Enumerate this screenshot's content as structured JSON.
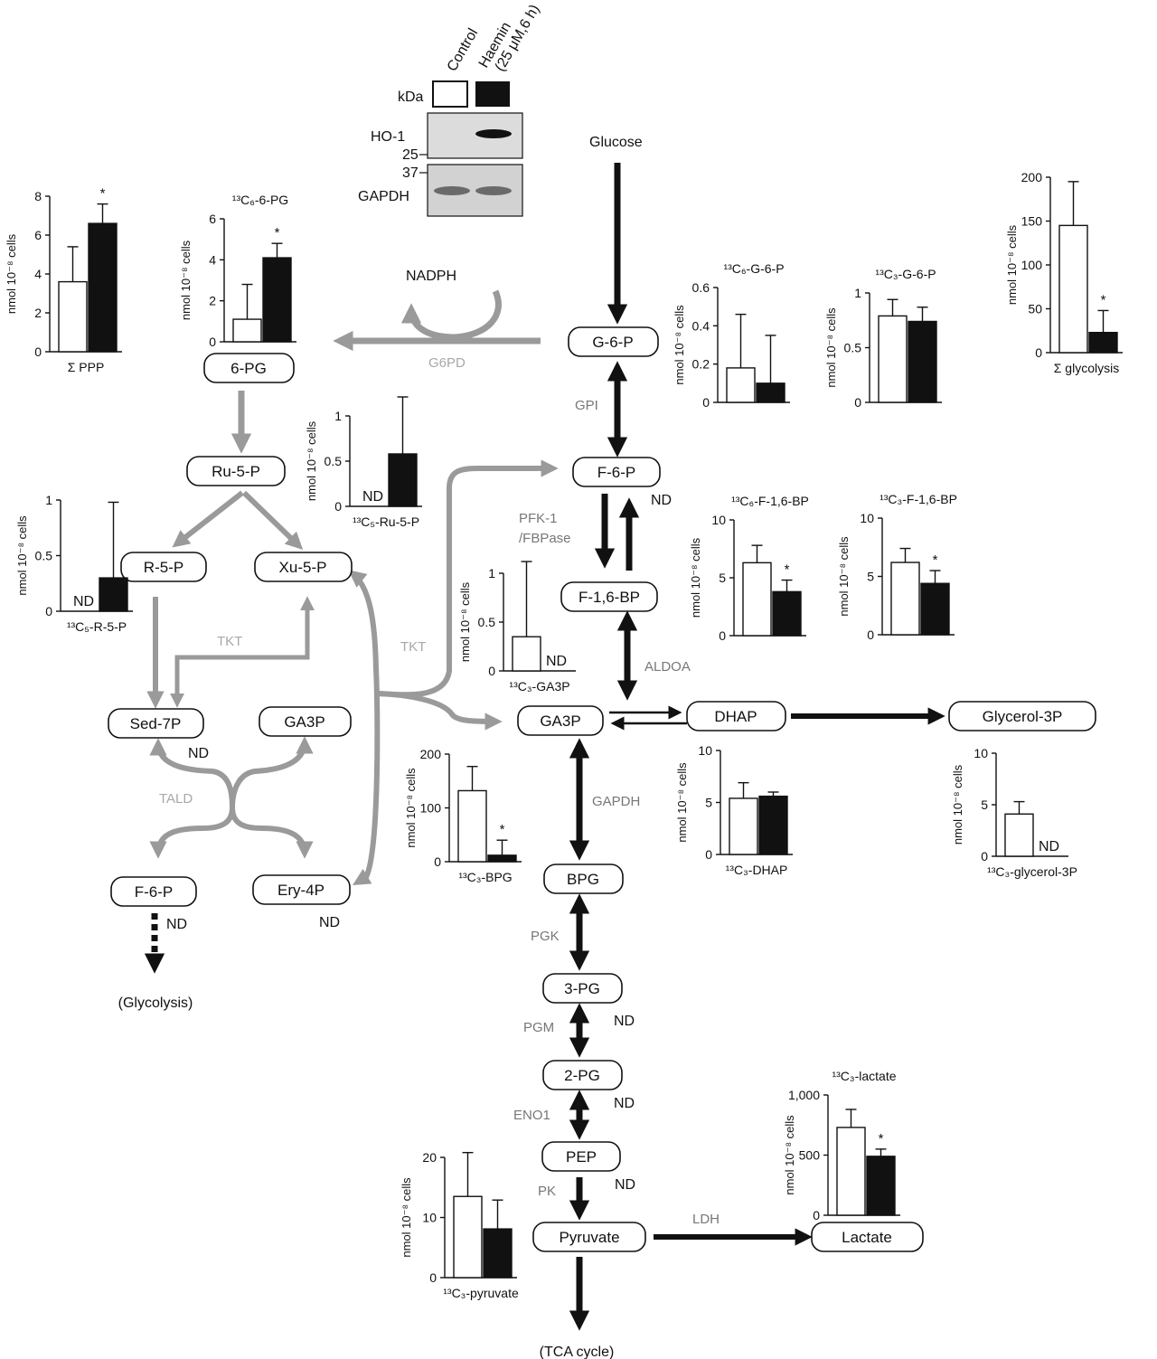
{
  "western_blot": {
    "lane_labels": [
      "Control",
      "Haemin",
      "(25 μM,6 h)"
    ],
    "kda_label": "kDa",
    "proteins": [
      {
        "name": "HO-1",
        "marker": "25"
      },
      {
        "name": "GAPDH",
        "marker": "37"
      }
    ]
  },
  "pathway": {
    "metabolites": {
      "glucose": "Glucose",
      "g6p": "G-6-P",
      "f6p": "F-6-P",
      "f16bp": "F-1,6-BP",
      "ga3p": "GA3P",
      "dhap": "DHAP",
      "glycerol3p": "Glycerol-3P",
      "bpg": "BPG",
      "pg3": "3-PG",
      "pg2": "2-PG",
      "pep": "PEP",
      "pyruvate": "Pyruvate",
      "lactate": "Lactate",
      "tca": "(TCA cycle)",
      "pg6": "6-PG",
      "ru5p": "Ru-5-P",
      "r5p": "R-5-P",
      "xu5p": "Xu-5-P",
      "sed7p": "Sed-7P",
      "ga3p_ppp": "GA3P",
      "f6p_ppp": "F-6-P",
      "ery4p": "Ery-4P",
      "glycolysis_out": "(Glycolysis)",
      "nadph": "NADPH"
    },
    "enzymes": {
      "gpi": "GPI",
      "pfk1": "PFK-1",
      "fbpase": "/FBPase",
      "aldoa": "ALDOA",
      "gapdh": "GAPDH",
      "pgk": "PGK",
      "pgm": "PGM",
      "eno1": "ENO1",
      "pk": "PK",
      "ldh": "LDH",
      "g6pd": "G6PD",
      "tkt_left": "TKT",
      "tkt_right": "TKT",
      "tald": "TALD"
    },
    "nd_label": "ND"
  },
  "chart_data": [
    {
      "id": "sum-ppp",
      "type": "bar",
      "title": "Σ PPP",
      "ylabel": "nmol 10⁻⁸ cells",
      "ylim": [
        0,
        8
      ],
      "yticks": [
        "0",
        "2",
        "4",
        "6",
        "8"
      ],
      "categories": [
        "Control",
        "Haemin"
      ],
      "values": [
        3.6,
        6.6
      ],
      "errors": [
        1.8,
        1.0
      ],
      "significance": "*",
      "nd": false
    },
    {
      "id": "c6-6pg",
      "type": "bar",
      "title": "¹³C₆-6-PG",
      "ylabel": "nmol 10⁻⁸ cells",
      "ylim": [
        0,
        6
      ],
      "yticks": [
        "0",
        "2",
        "4",
        "6"
      ],
      "categories": [
        "Control",
        "Haemin"
      ],
      "values": [
        1.1,
        4.1
      ],
      "errors": [
        1.7,
        0.7
      ],
      "significance": "*",
      "nd": false
    },
    {
      "id": "c5-ru5p",
      "type": "bar",
      "title": "¹³C₅-Ru-5-P",
      "ylabel": "nmol 10⁻⁸ cells",
      "ylim": [
        0,
        1
      ],
      "yticks": [
        "0",
        "0.5",
        "1"
      ],
      "categories": [
        "Control",
        "Haemin"
      ],
      "values": [
        null,
        0.58
      ],
      "errors": [
        null,
        0.63
      ],
      "significance": "",
      "nd": true
    },
    {
      "id": "c5-r5p",
      "type": "bar",
      "title": "¹³C₅-R-5-P",
      "ylabel": "nmol 10⁻⁸ cells",
      "ylim": [
        0,
        1
      ],
      "yticks": [
        "0",
        "0.5",
        "1"
      ],
      "categories": [
        "Control",
        "Haemin"
      ],
      "values": [
        null,
        0.3
      ],
      "errors": [
        null,
        0.68
      ],
      "significance": "",
      "nd": true
    },
    {
      "id": "c6-g6p",
      "type": "bar",
      "title": "¹³C₆-G-6-P",
      "ylabel": "nmol 10⁻⁸ cells",
      "ylim": [
        0,
        0.6
      ],
      "yticks": [
        "0",
        "0.2",
        "0.4",
        "0.6"
      ],
      "categories": [
        "Control",
        "Haemin"
      ],
      "values": [
        0.18,
        0.1
      ],
      "errors": [
        0.28,
        0.25
      ],
      "significance": "",
      "nd": false
    },
    {
      "id": "c3-g6p",
      "type": "bar",
      "title": "¹³C₃-G-6-P",
      "ylabel": "nmol 10⁻⁸ cells",
      "ylim": [
        0,
        1
      ],
      "yticks": [
        "0",
        "0.5",
        "1"
      ],
      "categories": [
        "Control",
        "Haemin"
      ],
      "values": [
        0.79,
        0.74
      ],
      "errors": [
        0.15,
        0.13
      ],
      "significance": "",
      "nd": false
    },
    {
      "id": "sum-glycolysis",
      "type": "bar",
      "title": "Σ glycolysis",
      "ylabel": "nmol 10⁻⁸ cells",
      "ylim": [
        0,
        200
      ],
      "yticks": [
        "0",
        "50",
        "100",
        "150",
        "200"
      ],
      "categories": [
        "Control",
        "Haemin"
      ],
      "values": [
        145,
        23
      ],
      "errors": [
        50,
        25
      ],
      "significance": "*",
      "nd": false
    },
    {
      "id": "c6-f16bp",
      "type": "bar",
      "title": "¹³C₆-F-1,6-BP",
      "ylabel": "nmol 10⁻⁸ cells",
      "ylim": [
        0,
        10
      ],
      "yticks": [
        "0",
        "5",
        "10"
      ],
      "categories": [
        "Control",
        "Haemin"
      ],
      "values": [
        6.3,
        3.8
      ],
      "errors": [
        1.5,
        1.0
      ],
      "significance": "*",
      "nd": false
    },
    {
      "id": "c3-f16bp",
      "type": "bar",
      "title": "¹³C₃-F-1,6-BP",
      "ylabel": "nmol 10⁻⁸ cells",
      "ylim": [
        0,
        10
      ],
      "yticks": [
        "0",
        "5",
        "10"
      ],
      "categories": [
        "Control",
        "Haemin"
      ],
      "values": [
        6.2,
        4.4
      ],
      "errors": [
        1.2,
        1.1
      ],
      "significance": "*",
      "nd": false
    },
    {
      "id": "c3-ga3p",
      "type": "bar",
      "title": "¹³C₃-GA3P",
      "ylabel": "nmol 10⁻⁸ cells",
      "ylim": [
        0,
        1
      ],
      "yticks": [
        "0",
        "0.5",
        "1"
      ],
      "categories": [
        "Control",
        "Haemin"
      ],
      "values": [
        0.35,
        null
      ],
      "errors": [
        0.77,
        null
      ],
      "significance": "",
      "nd": true
    },
    {
      "id": "c3-bpg",
      "type": "bar",
      "title": "¹³C₃-BPG",
      "ylabel": "nmol 10⁻⁸ cells",
      "ylim": [
        0,
        200
      ],
      "yticks": [
        "0",
        "100",
        "200"
      ],
      "categories": [
        "Control",
        "Haemin"
      ],
      "values": [
        132,
        12
      ],
      "errors": [
        45,
        28
      ],
      "significance": "*",
      "nd": false
    },
    {
      "id": "c3-dhap",
      "type": "bar",
      "title": "¹³C₃-DHAP",
      "ylabel": "nmol 10⁻⁸ cells",
      "ylim": [
        0,
        10
      ],
      "yticks": [
        "0",
        "5",
        "10"
      ],
      "categories": [
        "Control",
        "Haemin"
      ],
      "values": [
        5.4,
        5.6
      ],
      "errors": [
        1.5,
        0.4
      ],
      "significance": "",
      "nd": false
    },
    {
      "id": "c3-glycerol3p",
      "type": "bar",
      "title": "¹³C₃-glycerol-3P",
      "ylabel": "nmol 10⁻⁸ cells",
      "ylim": [
        0,
        10
      ],
      "yticks": [
        "0",
        "5",
        "10"
      ],
      "categories": [
        "Control",
        "Haemin"
      ],
      "values": [
        4.1,
        null
      ],
      "errors": [
        1.2,
        null
      ],
      "significance": "",
      "nd": true
    },
    {
      "id": "c3-pyruvate",
      "type": "bar",
      "title": "¹³C₃-pyruvate",
      "ylabel": "nmol 10⁻⁸ cells",
      "ylim": [
        0,
        20
      ],
      "yticks": [
        "0",
        "10",
        "20"
      ],
      "categories": [
        "Control",
        "Haemin"
      ],
      "values": [
        13.5,
        8.1
      ],
      "errors": [
        7.3,
        4.8
      ],
      "significance": "",
      "nd": false
    },
    {
      "id": "c3-lactate",
      "type": "bar",
      "title": "¹³C₃-lactate",
      "ylabel": "nmol 10⁻⁸ cells",
      "ylim": [
        0,
        1000
      ],
      "yticks": [
        "0",
        "500",
        "1,000"
      ],
      "categories": [
        "Control",
        "Haemin"
      ],
      "values": [
        730,
        490
      ],
      "errors": [
        150,
        60
      ],
      "significance": "*",
      "nd": false
    }
  ]
}
